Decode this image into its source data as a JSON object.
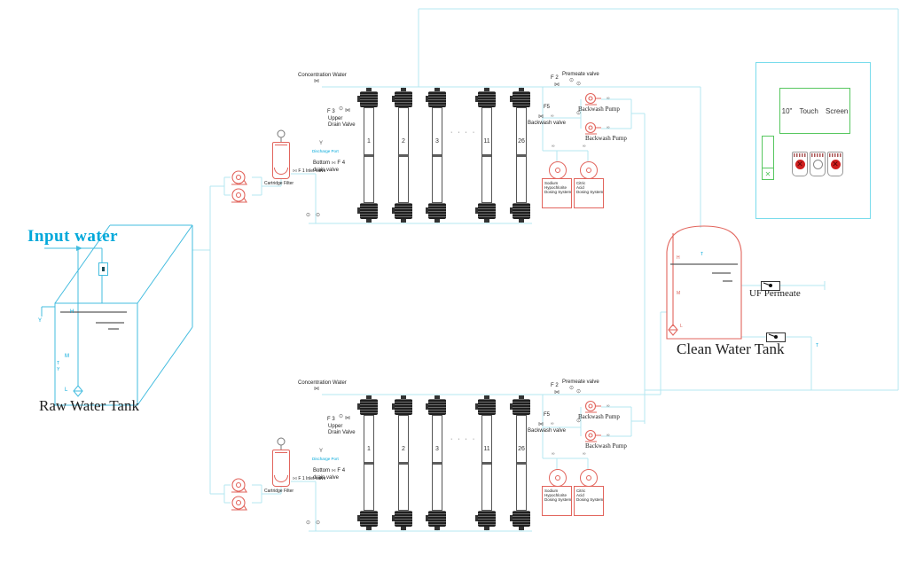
{
  "colors": {
    "pipe": "#b4e7f0",
    "cyan": "#43bcdf",
    "cyan_text": "#00a8da",
    "red": "#e2655d",
    "green": "#57c75f",
    "dark": "#2b2b2b"
  },
  "icons": {
    "valve": "⋈",
    "gauge": "⊙",
    "coupling": "∞",
    "strainer": "Y",
    "cross": "✕"
  },
  "letters": {
    "h": "H",
    "m": "M",
    "l": "L",
    "y": "Y",
    "t": "T"
  },
  "raw_tank": {
    "input": "Input water",
    "label": "Raw Water Tank"
  },
  "clean_tank": {
    "label": "Clean Water Tank",
    "uf_permeate": "UF Permeate"
  },
  "panel": {
    "screen": "10\" Touch Screen"
  },
  "membrane_labels": [
    "1",
    "2",
    "3",
    "11",
    "26"
  ],
  "dots": "· · · ·",
  "bank": {
    "concentration": "Concentration Water",
    "f3": "F 3",
    "upper_1": "Upper",
    "upper_2": "Drain Valve",
    "discharge": "Discharge Port",
    "bottom": "Bottom",
    "f4": "F 4",
    "drain_valve": "drain valve",
    "f1": "F 1 Inlet valve",
    "f2": "F 2",
    "premeate": "Premeate valve",
    "f5": "F5",
    "backwash_valve": "Backwash valve",
    "backwash_pump": "Backwash Pump",
    "cartridge": "Cartridge Filter",
    "dosing1": [
      "Sodium",
      "Hypochlorite",
      "Dosing System"
    ],
    "dosing2": [
      "Citric",
      "Acid",
      "Dosing System"
    ]
  }
}
